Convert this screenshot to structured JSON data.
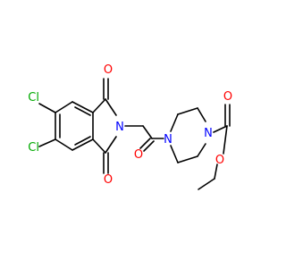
{
  "molecule": {
    "atoms": {
      "cl_upper": "Cl",
      "cl_lower": "Cl",
      "o_imide_top": "O",
      "o_imide_bottom": "O",
      "n_imide": "N",
      "o_amide": "O",
      "n_piperazine_1": "N",
      "n_piperazine_4": "N",
      "o_carbamate_carbonyl": "O",
      "o_ester": "O"
    },
    "colors": {
      "bond": "#000000",
      "oxygen": "#ff0000",
      "nitrogen": "#0000ff",
      "chlorine": "#00aa00"
    }
  }
}
